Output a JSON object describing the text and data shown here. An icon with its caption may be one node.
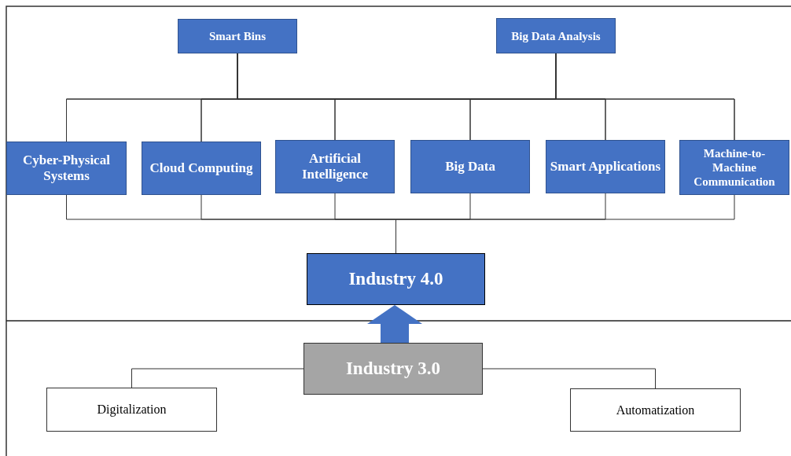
{
  "diagram": {
    "nodes": [
      {
        "text": [
          "Smart Bins"
        ]
      },
      {
        "text": [
          "Big Data Analysis"
        ]
      },
      {
        "text": [
          "Cyber-Physical Systems"
        ]
      },
      {
        "text": [
          "Cloud Computing"
        ]
      },
      {
        "text": [
          "Artificial Intelligence"
        ]
      },
      {
        "text": [
          "Big Data"
        ]
      },
      {
        "text": [
          "Smart Applications"
        ]
      },
      {
        "text": [
          "Machine-to-Machine Communication"
        ]
      },
      {
        "text": [
          "Industry 4.0"
        ]
      },
      {
        "text": [
          "Industry 3.0"
        ]
      },
      {
        "text": [
          "Digitalization"
        ]
      },
      {
        "text": [
          "Automatization"
        ]
      }
    ],
    "edges": [
      {
        "from": 0,
        "to": 2,
        "arrow": "none"
      },
      {
        "from": 0,
        "to": 3,
        "arrow": "none"
      },
      {
        "from": 0,
        "to": 4,
        "arrow": "none"
      },
      {
        "from": 0,
        "to": 5,
        "arrow": "none"
      },
      {
        "from": 0,
        "to": 6,
        "arrow": "none"
      },
      {
        "from": 0,
        "to": 7,
        "arrow": "none"
      },
      {
        "from": 1,
        "to": 2,
        "arrow": "none"
      },
      {
        "from": 1,
        "to": 3,
        "arrow": "none"
      },
      {
        "from": 1,
        "to": 4,
        "arrow": "none"
      },
      {
        "from": 1,
        "to": 5,
        "arrow": "none"
      },
      {
        "from": 1,
        "to": 6,
        "arrow": "none"
      },
      {
        "from": 1,
        "to": 7,
        "arrow": "none"
      },
      {
        "from": 2,
        "to": 8,
        "arrow": "none"
      },
      {
        "from": 3,
        "to": 8,
        "arrow": "none"
      },
      {
        "from": 4,
        "to": 8,
        "arrow": "none"
      },
      {
        "from": 5,
        "to": 8,
        "arrow": "none"
      },
      {
        "from": 6,
        "to": 8,
        "arrow": "none"
      },
      {
        "from": 7,
        "to": 8,
        "arrow": "none"
      },
      {
        "from": 9,
        "to": 8,
        "arrow": "to",
        "style": "thick",
        "color": "#4472c4"
      },
      {
        "from": 9,
        "to": 10,
        "arrow": "none"
      },
      {
        "from": 9,
        "to": 11,
        "arrow": "none"
      }
    ]
  }
}
